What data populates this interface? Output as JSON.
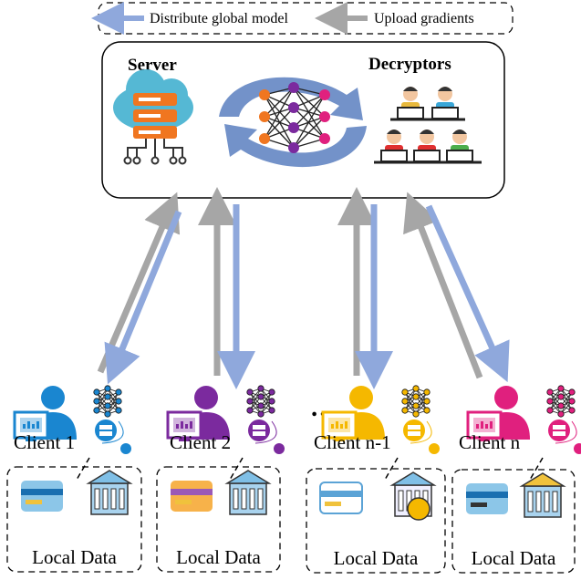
{
  "legend": {
    "distribute_label": "Distribute global model",
    "upload_label": "Upload gradients"
  },
  "server": {
    "server_label": "Server",
    "decryptors_label": "Decryptors"
  },
  "clients": [
    {
      "label": "Client 1",
      "data_label": "Local Data",
      "color": "#1a86d0"
    },
    {
      "label": "Client 2",
      "data_label": "Local Data",
      "color": "#7b2a9e"
    },
    {
      "label": "Client n-1",
      "data_label": "Local Data",
      "color": "#f5b800"
    },
    {
      "label": "Client n",
      "data_label": "Local Data",
      "color": "#e0207e"
    }
  ],
  "ellipsis": "…",
  "colors": {
    "distribute_arrow": "#8fa8dc",
    "upload_arrow": "#a6a6a6"
  }
}
